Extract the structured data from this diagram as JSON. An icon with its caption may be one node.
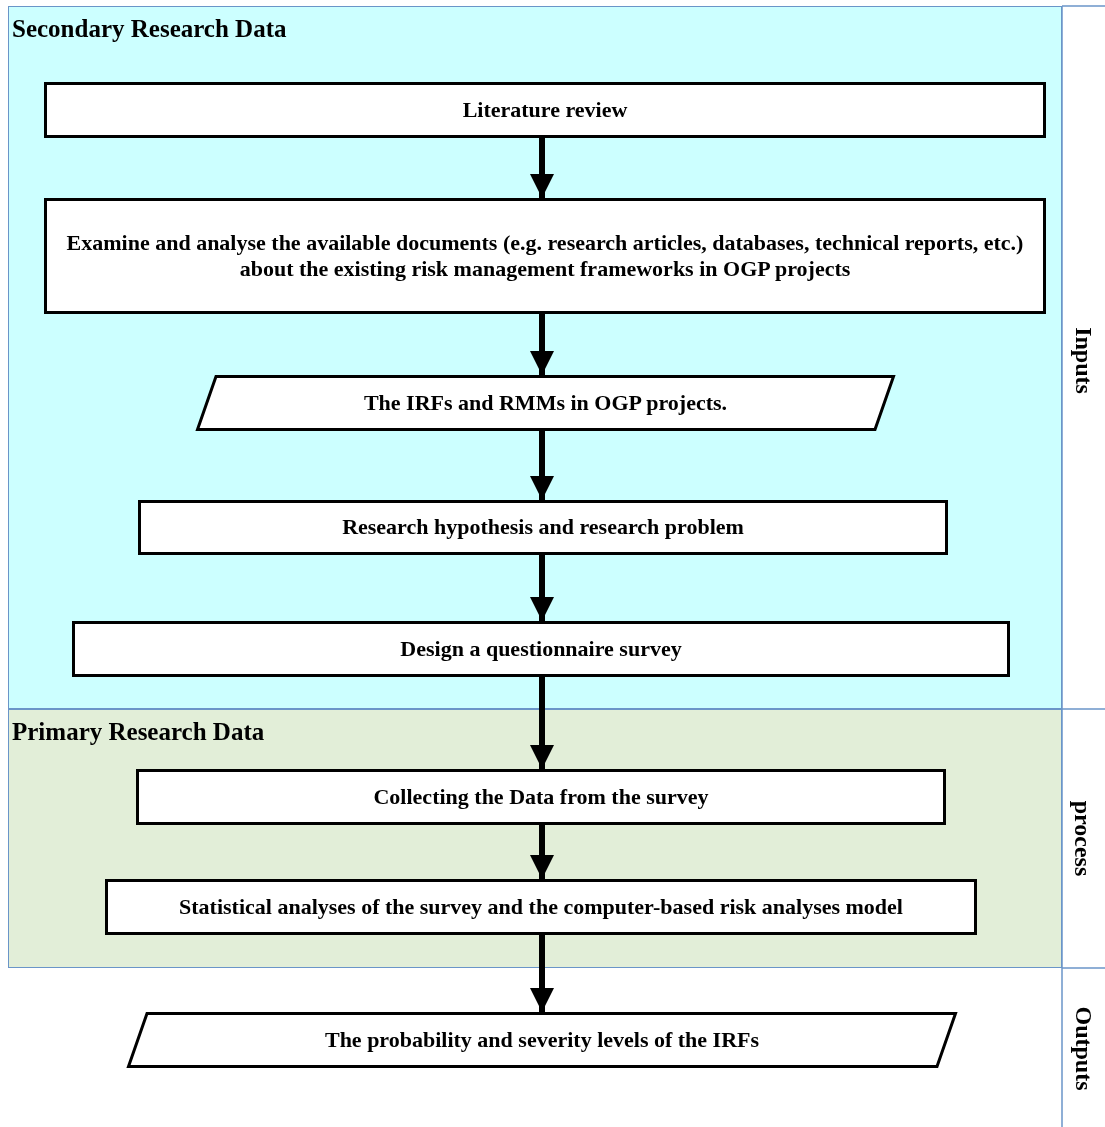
{
  "diagram": {
    "nodes": [
      {
        "text": [
          "Secondary Research Data"
        ]
      },
      {
        "text": [
          "Literature review"
        ],
        "in": 0
      },
      {
        "text": [
          "Examine and analyse the available documents (e.g. research articles, databases, technical reports, etc.) about the existing risk management frameworks in OGP projects"
        ],
        "in": 0
      },
      {
        "text": [
          "The IRFs and RMMs in OGP projects."
        ],
        "in": 0
      },
      {
        "text": [
          "Research hypothesis and research problem"
        ],
        "in": 0
      },
      {
        "text": [
          "Design a questionnaire survey"
        ],
        "in": 0
      },
      {
        "text": [
          "Primary Research Data"
        ]
      },
      {
        "text": [
          "Collecting the Data from the survey"
        ],
        "in": 6
      },
      {
        "text": [
          "Statistical analyses of the survey and the computer-based risk analyses model"
        ],
        "in": 6
      },
      {
        "text": [
          "The probability and severity levels of the IRFs"
        ]
      }
    ],
    "edges": [
      {
        "from": 1,
        "to": 2,
        "arrow": "to"
      },
      {
        "from": 2,
        "to": 3,
        "arrow": "to"
      },
      {
        "from": 3,
        "to": 4,
        "arrow": "to"
      },
      {
        "from": 4,
        "to": 5,
        "arrow": "to"
      },
      {
        "from": 5,
        "to": 7,
        "arrow": "to"
      },
      {
        "from": 7,
        "to": 8,
        "arrow": "to"
      },
      {
        "from": 8,
        "to": 9,
        "arrow": "to"
      }
    ],
    "labels": [
      "Inputs",
      "process",
      "Outputs"
    ]
  }
}
